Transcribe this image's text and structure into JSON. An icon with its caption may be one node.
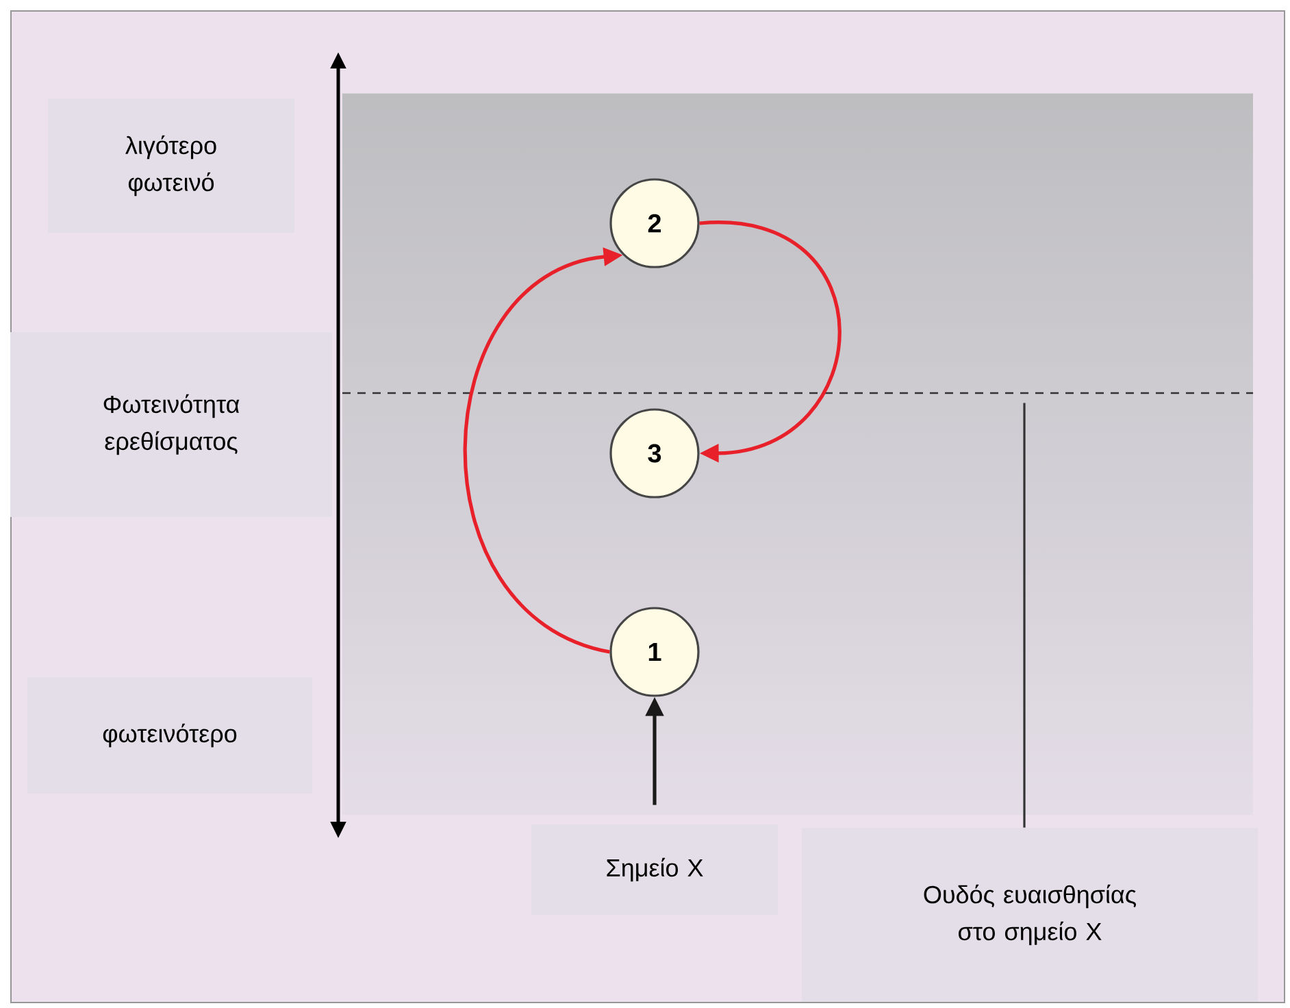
{
  "diagram": {
    "nodes": [
      {
        "text": [
          "λιγότερο φωτεινό"
        ]
      },
      {
        "text": [
          "Φωτεινότητα ερεθίσματος"
        ]
      },
      {
        "text": [
          "φωτεινότερο"
        ]
      },
      {
        "text": [
          "2"
        ]
      },
      {
        "text": [
          "3"
        ]
      },
      {
        "text": [
          "1"
        ]
      },
      {
        "text": [
          "Σημείο X"
        ]
      },
      {
        "text": [
          "Ουδός ευαισθησίας στο σημείο X"
        ]
      }
    ],
    "edges": [
      {
        "from": 5,
        "to": 3,
        "arrow": "to",
        "color": "#e8202a"
      },
      {
        "from": 3,
        "to": 4,
        "arrow": "to",
        "color": "#e8202a"
      },
      {
        "from": 6,
        "to": 5,
        "arrow": "to",
        "color": "#1a1a1a"
      },
      {
        "from": 7,
        "to": null,
        "arrow": "none",
        "color": "#333333"
      }
    ]
  }
}
